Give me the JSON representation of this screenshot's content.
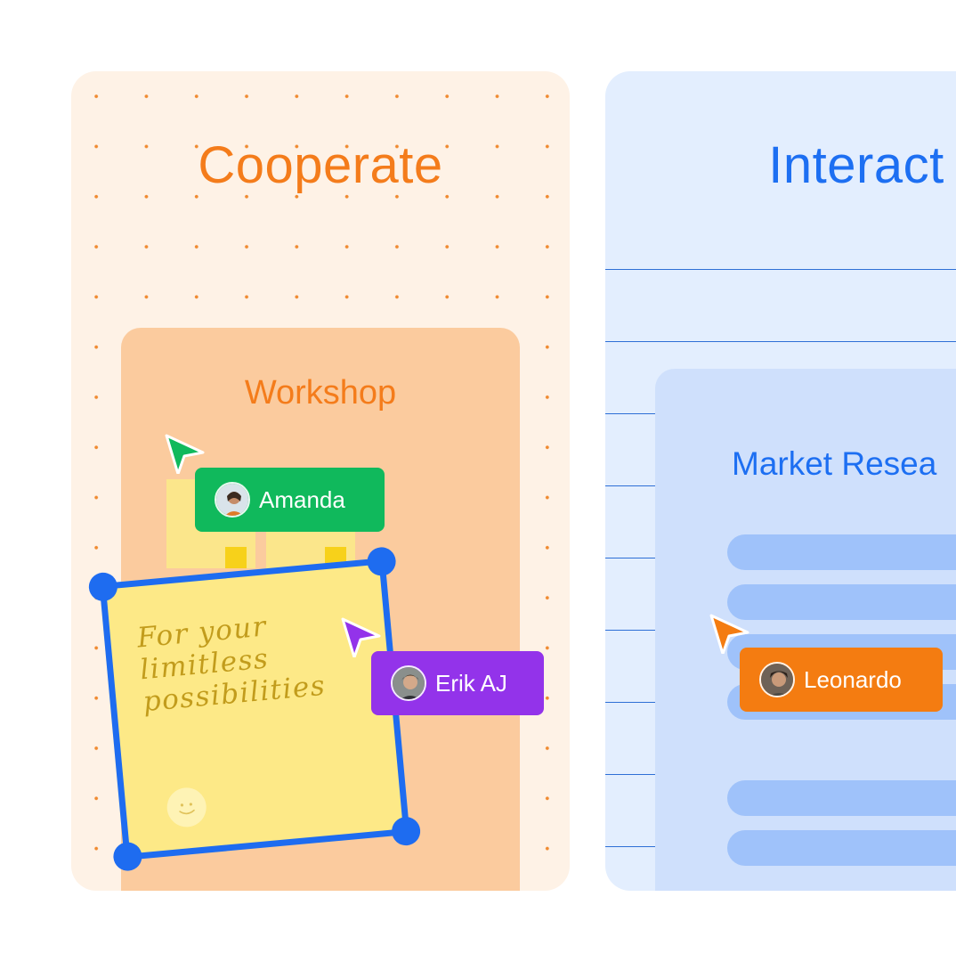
{
  "panels": {
    "cooperate": {
      "title": "Cooperate",
      "frame_title": "Workshop",
      "sticky_note_text": "For your\nlimitless\npossibilities"
    },
    "interact": {
      "title": "Interact",
      "card_title": "Market Resea"
    }
  },
  "collaborators": [
    {
      "name": "Amanda",
      "color": "#10b95c"
    },
    {
      "name": "Erik AJ",
      "color": "#9333ea"
    },
    {
      "name": "Leonardo",
      "color": "#f47c11"
    }
  ],
  "colors": {
    "accent_orange": "#f47c1b",
    "accent_blue": "#1d6ff2",
    "selection_blue": "#1e6cf0",
    "sticky_yellow": "#fde987"
  },
  "icons": [
    "cursor-arrow-icon",
    "avatar-icon",
    "smiley-icon"
  ]
}
